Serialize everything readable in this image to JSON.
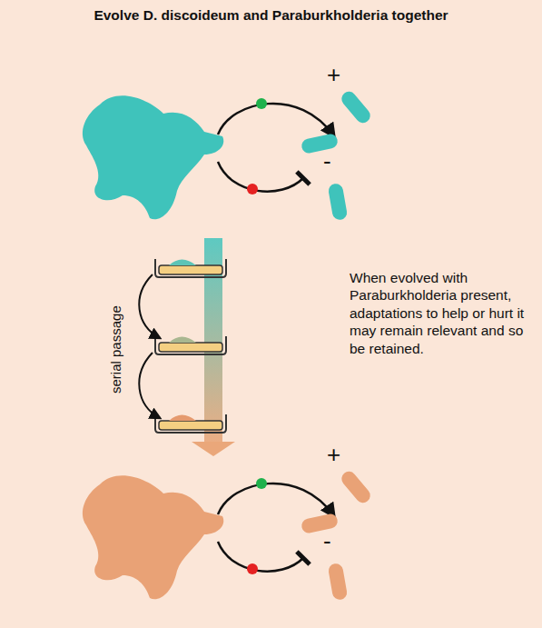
{
  "diagram": {
    "title": "Evolve D. discoideum and Paraburkholderia together",
    "labels": [
      "+",
      "-",
      "serial passage",
      "When evolved with Paraburkholderia present, adaptations to help or hurt it may remain relevant and so be retained.",
      "+",
      "-"
    ]
  }
}
